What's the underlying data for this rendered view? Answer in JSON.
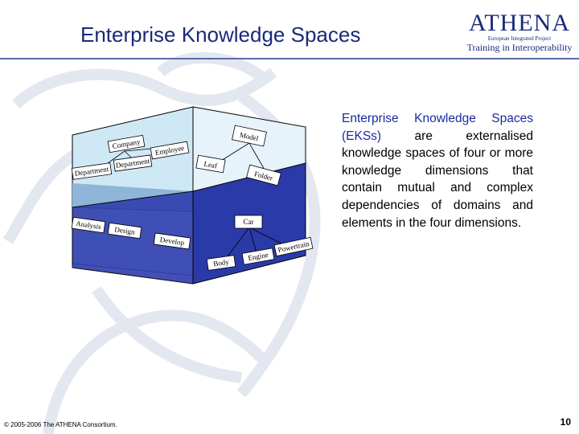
{
  "header": {
    "title": "Enterprise Knowledge Spaces",
    "logo": {
      "name": "ATHENA",
      "subtitle": "European Integrated Project",
      "tagline": "Training in Interoperability"
    }
  },
  "content": {
    "term": "Enterprise Knowledge Spaces (EKSs)",
    "body": " are externalised knowledge spaces of four or more knowledge dimensions that contain mutual and complex dependencies of domains and elements in the four dimensions."
  },
  "diagram": {
    "labels": {
      "model": "Model",
      "leaf": "Leaf",
      "folder": "Folder",
      "company": "Company",
      "department": "Department",
      "department2": "Department",
      "employee": "Employee",
      "analysis": "Analysis",
      "design": "Design",
      "develop": "Develop",
      "car": "Car",
      "body": "Body",
      "engine": "Engine",
      "powertrain": "Powertrain"
    }
  },
  "footer": {
    "copyright": "© 2005-2006 The ATHENA Consortium.",
    "page": "10"
  },
  "colors": {
    "title": "#1a2a7a",
    "accent": "#1a2aa0",
    "cube_top": "#cfe8f5",
    "cube_front": "#2a3aa8"
  }
}
